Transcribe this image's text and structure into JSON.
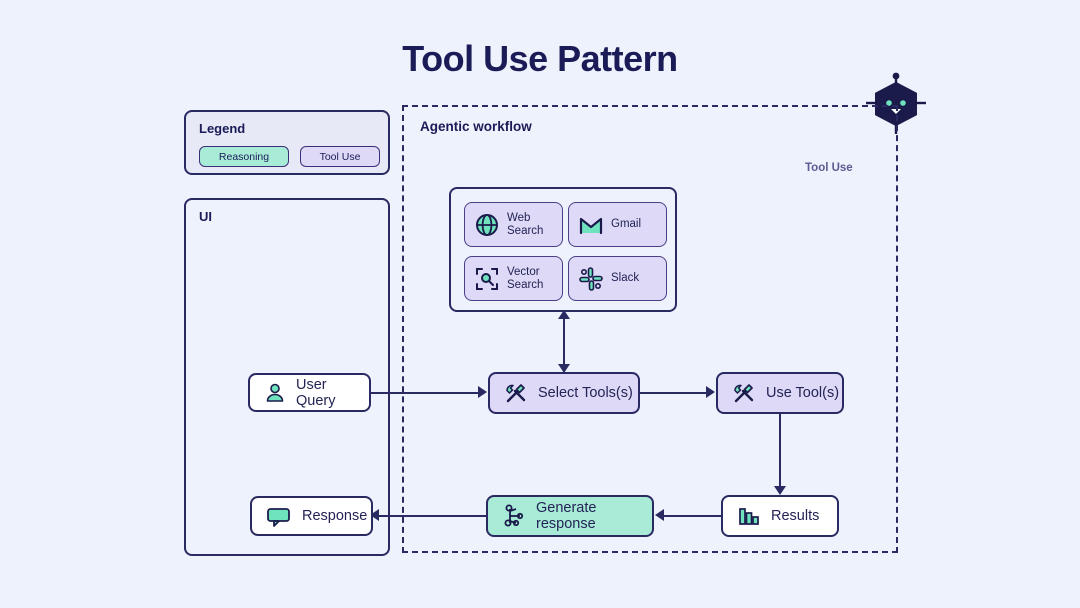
{
  "page": {
    "title": "Tool Use Pattern",
    "background_color": "#eef2fc",
    "ink_color": "#2a2a63"
  },
  "logo": {
    "name": "bot-logo",
    "alt": "robot hexagon mascot"
  },
  "legend": {
    "title": "Legend",
    "items": [
      {
        "label": "Reasoning",
        "color": "#a8ecd7"
      },
      {
        "label": "Tool Use",
        "color": "#ddd9f7"
      }
    ]
  },
  "ui_panel": {
    "label": "UI"
  },
  "workflow": {
    "label": "Agentic workflow",
    "side_label": "Tool Use"
  },
  "tools_panel": {
    "tools": [
      {
        "label_line1": "Web",
        "label_line2": "Search",
        "icon": "globe-icon"
      },
      {
        "label_line1": "Gmail",
        "label_line2": "",
        "icon": "gmail-icon"
      },
      {
        "label_line1": "Vector",
        "label_line2": "Search",
        "icon": "vector-search-icon"
      },
      {
        "label_line1": "Slack",
        "label_line2": "",
        "icon": "slack-icon"
      }
    ]
  },
  "nodes": {
    "user_query": {
      "label": "User Query",
      "icon": "user-icon",
      "style": "white"
    },
    "select_tools": {
      "label": "Select Tools(s)",
      "icon": "tools-icon",
      "style": "tool-use"
    },
    "use_tools": {
      "label": "Use Tool(s)",
      "icon": "tools-icon",
      "style": "tool-use"
    },
    "results": {
      "label": "Results",
      "icon": "bar-chart-icon",
      "style": "white"
    },
    "generate_response": {
      "label": "Generate response",
      "icon": "node-graph-icon",
      "style": "reasoning"
    },
    "response": {
      "label": "Response",
      "icon": "speech-bubble-icon",
      "style": "white"
    }
  }
}
